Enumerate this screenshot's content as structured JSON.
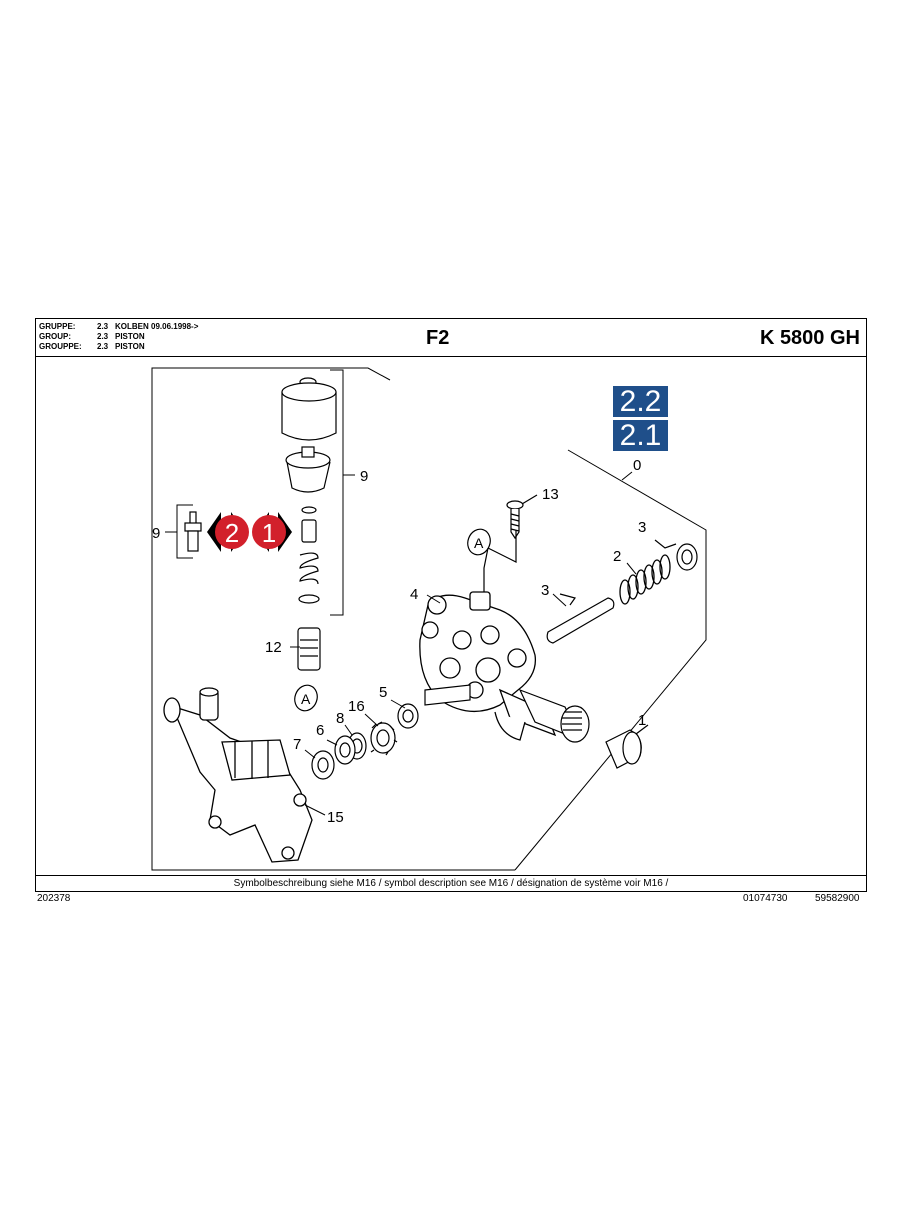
{
  "header": {
    "rows": [
      {
        "key": "GRUPPE:",
        "num": "2.3",
        "text": "KOLBEN 09.06.1998->"
      },
      {
        "key": "GROUP:",
        "num": "2.3",
        "text": "PISTON"
      },
      {
        "key": "GROUPPE:",
        "num": "2.3",
        "text": "PISTON"
      }
    ],
    "sheet": "F2",
    "model": "K 5800 GH"
  },
  "footer": {
    "note": "Symbolbeschreibung siehe M16 / symbol description see M16 / désignation de système voir M16 /",
    "left_code": "202378",
    "code1": "01074730",
    "code2": "59582900"
  },
  "variant_tags": [
    "2.2",
    "2.1"
  ],
  "red_badges": [
    "2",
    "1"
  ],
  "callouts": [
    "9",
    "9",
    "12",
    "13",
    "0",
    "3",
    "2",
    "3",
    "4",
    "5",
    "16",
    "8",
    "6",
    "7",
    "15",
    "1"
  ],
  "ref_marker": "A",
  "colors": {
    "tag_blue": "#1f4f8a",
    "badge_red": "#d2202b"
  }
}
